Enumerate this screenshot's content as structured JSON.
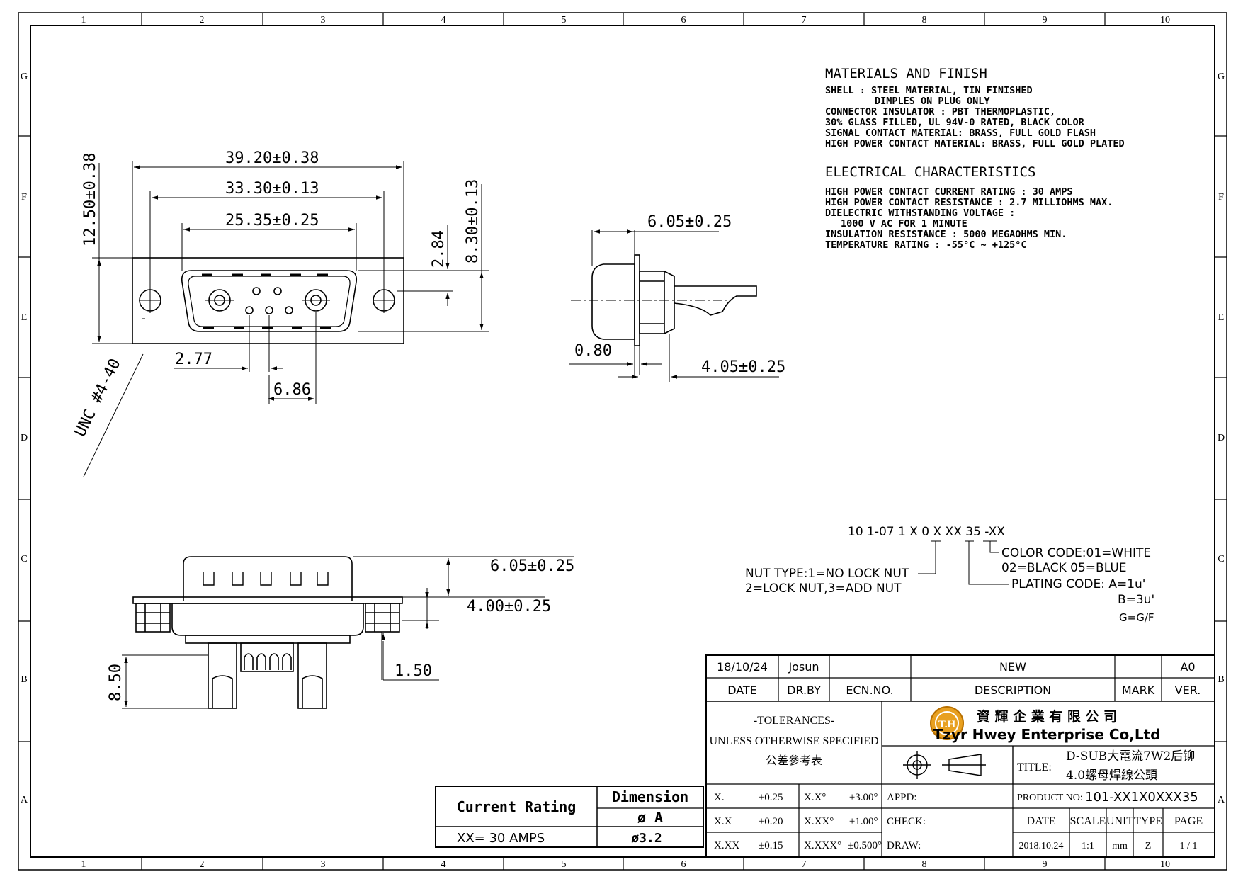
{
  "grid": {
    "columns": [
      "1",
      "2",
      "3",
      "4",
      "5",
      "6",
      "7",
      "8",
      "9",
      "10"
    ],
    "rows": [
      "G",
      "F",
      "E",
      "D",
      "C",
      "B",
      "A"
    ]
  },
  "materials": {
    "title": "MATERIALS AND FINISH",
    "lines": [
      "SHELL : STEEL MATERIAL, TIN FINISHED",
      "DIMPLES ON PLUG ONLY",
      "CONNECTOR INSULATOR : PBT THERMOPLASTIC,",
      "30% GLASS FILLED, UL 94V-0 RATED, BLACK COLOR",
      "SIGNAL CONTACT MATERIAL: BRASS, FULL GOLD FLASH",
      "HIGH POWER CONTACT MATERIAL: BRASS, FULL GOLD PLATED"
    ]
  },
  "electrical": {
    "title": "ELECTRICAL CHARACTERISTICS",
    "lines": [
      "HIGH POWER CONTACT CURRENT RATING : 30 AMPS",
      "HIGH POWER CONTACT RESISTANCE : 2.7 MILLIOHMS MAX.",
      "DIELECTRIC WITHSTANDING VOLTAGE :",
      "1000 V AC FOR 1 MINUTE",
      "INSULATION RESISTANCE : 5000 MEGAOHMS MIN.",
      "TEMPERATURE RATING : -55°C ~ +125°C"
    ]
  },
  "front_view": {
    "dim_overall": "39.20±0.38",
    "dim_mount": "33.30±0.13",
    "dim_shell": "25.35±0.25",
    "dim_height": "12.50±0.38",
    "dim_shell_height": "8.30±0.13",
    "dim_pin_row": "2.84",
    "dim_pin_offset": "2.77",
    "dim_pin_pitch": "6.86",
    "thread": "UNC #4-40"
  },
  "side_view": {
    "dim_depth": "6.05±0.25",
    "dim_flange": "0.80",
    "dim_nut": "4.05±0.25"
  },
  "bottom_view": {
    "dim_top": "6.05±0.25",
    "dim_mid": "4.00±0.25",
    "dim_flange": "1.50",
    "dim_tail": "8.50"
  },
  "part_code": {
    "code": "10 1-07 1 X 0 X XX 35 -XX",
    "nut_type_1": "NUT TYPE:1=NO LOCK NUT",
    "nut_type_2": "2=LOCK NUT,3=ADD NUT",
    "color_1": "COLOR CODE:01=WHITE",
    "color_2": "02=BLACK 05=BLUE",
    "plating_1": "PLATING CODE: A=1u'",
    "plating_2": "B=3u'",
    "plating_3": "G=G/F"
  },
  "rating_table": {
    "h_current": "Current Rating",
    "h_dimension": "Dimension",
    "h_phi": "ø A",
    "current": "XX= 30 AMPS",
    "dim_value": "ø3.2"
  },
  "title_block": {
    "rev_date": "18/10/24",
    "rev_by": "Josun",
    "rev_ecn": "",
    "rev_desc": "NEW",
    "rev_mark": "",
    "rev_ver": "A0",
    "h_date": "DATE",
    "h_drby": "DR.BY",
    "h_ecn": "ECN.NO.",
    "h_desc": "DESCRIPTION",
    "h_mark": "MARK",
    "h_ver": "VER.",
    "tol_1": "-TOLERANCES-",
    "tol_2": "UNLESS OTHERWISE SPECIFIED",
    "tol_3": "公差參考表",
    "company_cn": "資 輝 企 業 有 限 公 司",
    "company_en": "Tzyr Hwey Enterprise Co,Ltd",
    "logo_text": "T.H",
    "title_label": "TITLE:",
    "title_1": "D-SUB大電流7W2后铆",
    "title_2": "4.0螺母焊線公頭",
    "tol_rows": [
      [
        "X.",
        "±0.25",
        "X.X°",
        "±3.00°"
      ],
      [
        "X.X",
        "±0.20",
        "X.XX°",
        "±1.00°"
      ],
      [
        "X.XX",
        "±0.15",
        "X.XXX°",
        "±0.500°"
      ]
    ],
    "appd": "APPD:",
    "check": "CHECK:",
    "draw": "DRAW:",
    "product_label": "PRODUCT NO:",
    "product_no": "101-XX1X0XXX35",
    "h_date2": "DATE",
    "h_scale": "SCALE",
    "h_unit": "UNIT",
    "h_type": "TYPE",
    "h_page": "PAGE",
    "v_date": "2018.10.24",
    "v_scale": "1:1",
    "v_unit": "mm",
    "v_type": "Z",
    "v_page": "1 / 1"
  }
}
